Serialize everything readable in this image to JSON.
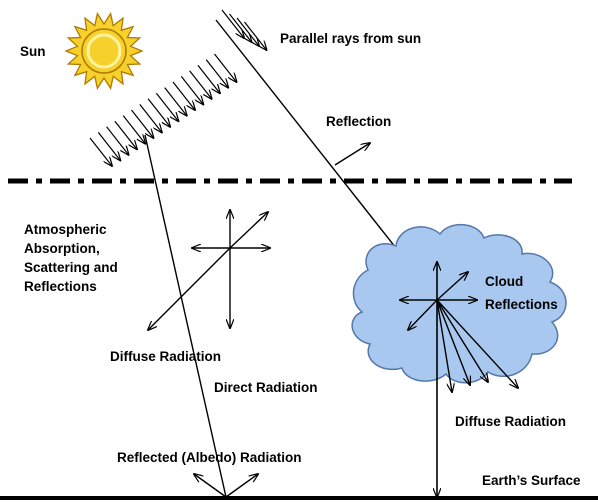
{
  "labels": {
    "sun": "Sun",
    "parallel_rays": "Parallel rays from sun",
    "reflection": "Reflection",
    "atmospheric_1": "Atmospheric",
    "atmospheric_2": "Absorption,",
    "atmospheric_3": "Scattering and",
    "atmospheric_4": "Reflections",
    "cloud_1": "Cloud",
    "cloud_2": "Reflections",
    "diffuse_left": "Diffuse Radiation",
    "direct": "Direct Radiation",
    "diffuse_right": "Diffuse Radiation",
    "albedo": "Reflected (Albedo) Radiation",
    "surface": "Earth’s Surface"
  },
  "colors": {
    "sun_fill": "#f6d02b",
    "sun_stroke": "#b07a00",
    "cloud_fill": "#a8c8ef",
    "cloud_stroke": "#5577aa",
    "line": "#000000"
  }
}
